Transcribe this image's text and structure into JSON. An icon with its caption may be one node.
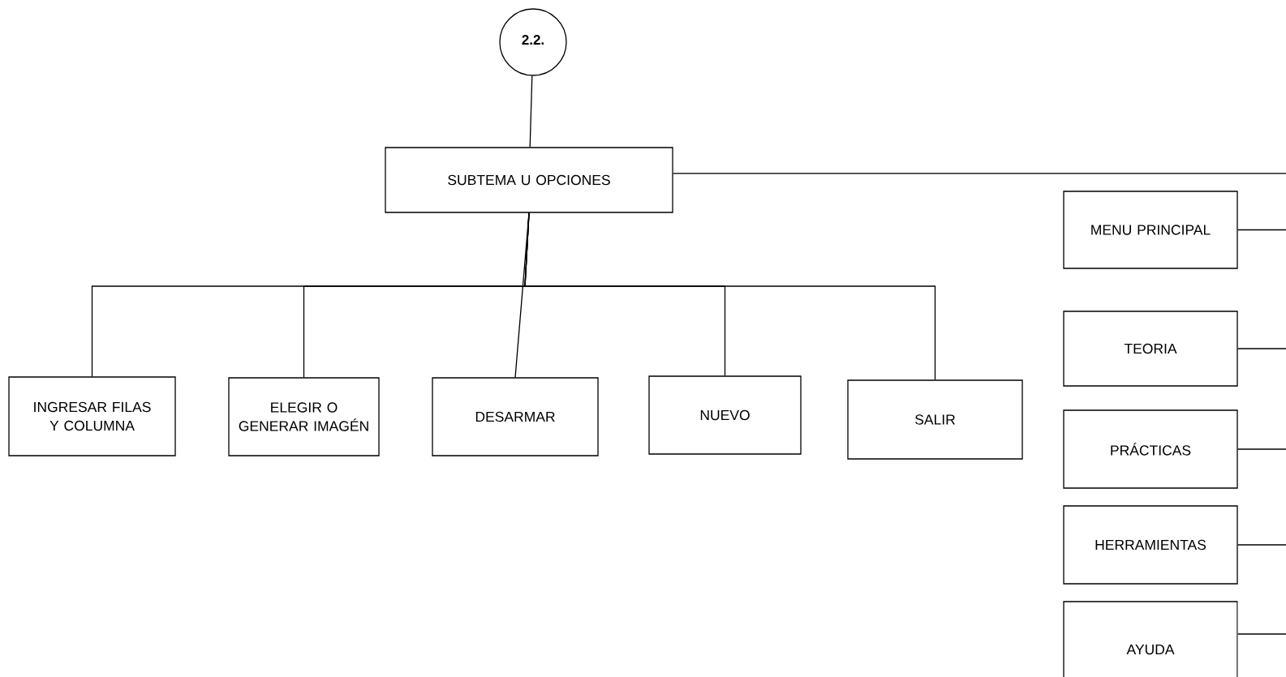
{
  "diagram": {
    "nodes": [
      {
        "text": [
          "2.2."
        ]
      },
      {
        "text": [
          "SUBTEMA U OPCIONES"
        ]
      },
      {
        "text": [
          "INGRESAR FILAS  Y COLUMNA"
        ]
      },
      {
        "text": [
          "ELEGIR O GENERAR IMAGÉN"
        ]
      },
      {
        "text": [
          "DESARMAR"
        ]
      },
      {
        "text": [
          "NUEVO"
        ]
      },
      {
        "text": [
          "SALIR"
        ]
      },
      {
        "text": [
          "MENU PRINCIPAL"
        ]
      },
      {
        "text": [
          "TEORIA"
        ]
      },
      {
        "text": [
          "PRÁCTICAS"
        ]
      },
      {
        "text": [
          "HERRAMIENTAS"
        ]
      },
      {
        "text": [
          "AYUDA"
        ]
      }
    ],
    "edges": [
      {
        "from": 0,
        "to": 1,
        "arrow": "none"
      },
      {
        "from": 1,
        "to": 2,
        "arrow": "none"
      },
      {
        "from": 1,
        "to": 3,
        "arrow": "none"
      },
      {
        "from": 1,
        "to": 4,
        "arrow": "none"
      },
      {
        "from": 1,
        "to": 5,
        "arrow": "none"
      },
      {
        "from": 1,
        "to": 6,
        "arrow": "none"
      },
      {
        "from": 1,
        "to": null,
        "arrow": "none"
      },
      {
        "from": 7,
        "to": null,
        "arrow": "none"
      },
      {
        "from": 8,
        "to": null,
        "arrow": "none"
      },
      {
        "from": 9,
        "to": null,
        "arrow": "none"
      },
      {
        "from": 10,
        "to": null,
        "arrow": "none"
      },
      {
        "from": 11,
        "to": null,
        "arrow": "none"
      }
    ]
  }
}
